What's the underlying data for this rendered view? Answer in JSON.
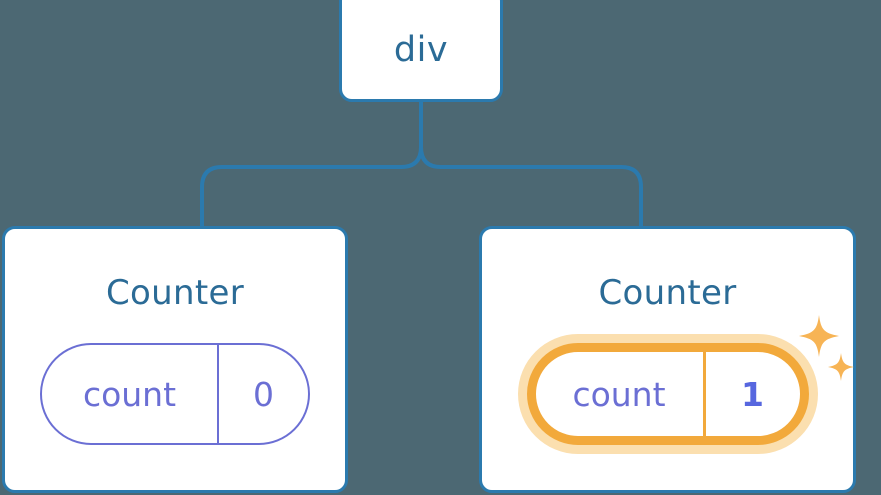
{
  "diagram": {
    "type": "component-tree",
    "background_color": "#4C6873",
    "node_border_color": "#2B7AAE",
    "node_fill_color": "#FFFFFF",
    "connector_color": "#2B7AAE",
    "title_color": "#2B6B96",
    "state_color": "#6B6FD4",
    "highlight_color": "#F2A93B",
    "highlight_glow_color": "#FBDFAF",
    "value_emphasis_color": "#5767DF"
  },
  "root": {
    "label": "div"
  },
  "children": [
    {
      "title": "Counter",
      "state": {
        "key": "count",
        "value": "0"
      },
      "highlighted": false,
      "sparkle": false
    },
    {
      "title": "Counter",
      "state": {
        "key": "count",
        "value": "1"
      },
      "highlighted": true,
      "sparkle": true,
      "sparkle_icon": "sparkles-icon"
    }
  ]
}
